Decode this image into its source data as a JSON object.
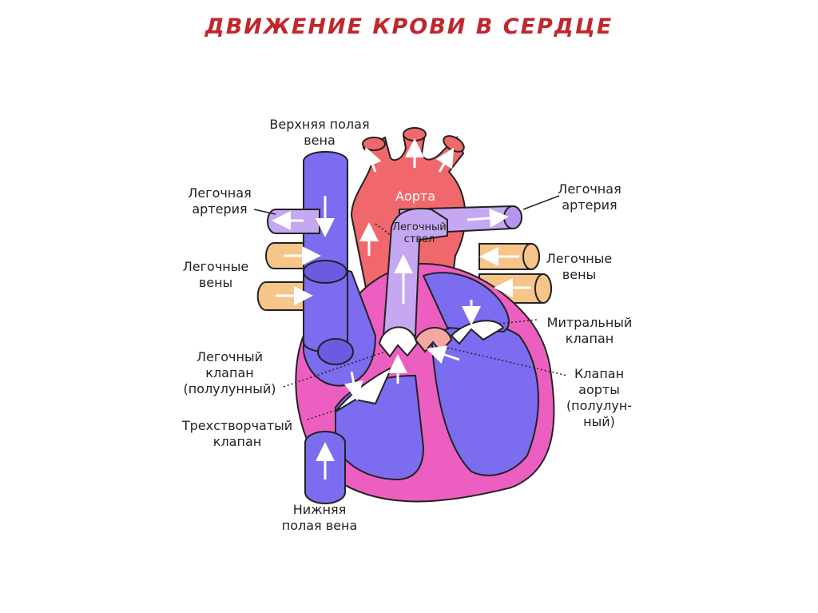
{
  "title": "ДВИЖЕНИЕ КРОВИ В СЕРДЦЕ",
  "labels": {
    "svc": [
      "Верхняя полая",
      "вена"
    ],
    "pa_left": [
      "Легочная",
      "артерия"
    ],
    "pa_right": [
      "Легочная",
      "артерия"
    ],
    "aorta": "Аорта",
    "trunk": [
      "Легочный",
      "ствол"
    ],
    "pv_left": [
      "Легочные",
      "вены"
    ],
    "pv_right": [
      "Легочные",
      "вены"
    ],
    "mitral": [
      "Митральный",
      "клапан"
    ],
    "pulm_valve": [
      "Легочный",
      "клапан",
      "(полулунный)"
    ],
    "aortic_valve": [
      "Клапан",
      "аорты",
      "(полулун-",
      "ный)"
    ],
    "tricuspid": [
      "Трехстворчатый",
      "клапан"
    ],
    "ivc": [
      "Нижняя",
      "полая вена"
    ]
  },
  "colors": {
    "title": "#c0272d",
    "vein_blue": "#7b6cf0",
    "aorta_red": "#f0686c",
    "trunk_lilac": "#c6a7f2",
    "pulm_vein_orange": "#f7c48a",
    "wall_pink": "#ec5fc0",
    "wall_inner": "#f9b6e4",
    "outline": "#222222"
  }
}
